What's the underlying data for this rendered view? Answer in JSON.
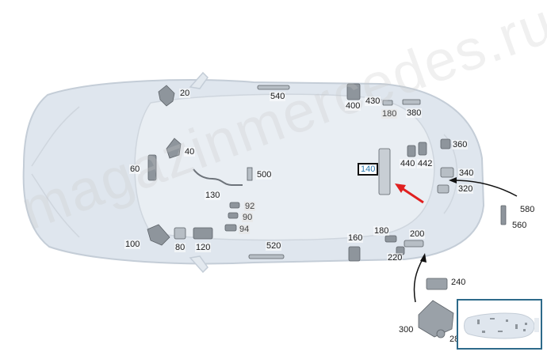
{
  "labels": {
    "l20": "20",
    "l540": "540",
    "l400": "400",
    "l430": "430",
    "l180a": "180",
    "l380": "380",
    "l40": "40",
    "l60": "60",
    "l500": "500",
    "l140": "140",
    "l440": "440",
    "l442": "442",
    "l360": "360",
    "l340": "340",
    "l320": "320",
    "l130": "130",
    "l92": "92",
    "l90": "90",
    "l94": "94",
    "l580": "580",
    "l560": "560",
    "l100": "100",
    "l80": "80",
    "l120": "120",
    "l520": "520",
    "l160": "160",
    "l180b": "180",
    "l200": "200",
    "l220": "220",
    "l240": "240",
    "l300": "300",
    "l28": "28"
  },
  "watermark": "magazinmercedes.ru",
  "colors": {
    "car_fill": "#dfe6ee",
    "car_stroke": "#c4cdd7",
    "arrow_red": "#e02020",
    "inset_border": "#2d6a8a",
    "highlight_text": "#2a7ab0"
  }
}
